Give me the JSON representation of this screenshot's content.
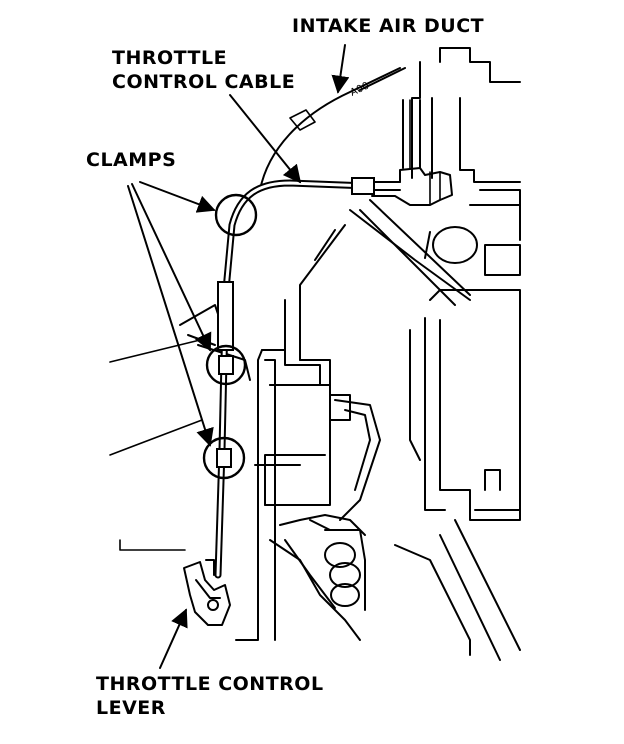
{
  "labels": {
    "intake_air_duct": "INTAKE AIR DUCT",
    "throttle_control_cable_line1": "THROTTLE",
    "throttle_control_cable_line2": "CONTROL CABLE",
    "clamps": "CLAMPS",
    "throttle_control_lever_line1": "THROTTLE CONTROL",
    "throttle_control_lever_line2": "LEVER"
  },
  "duct_marking": "A00"
}
